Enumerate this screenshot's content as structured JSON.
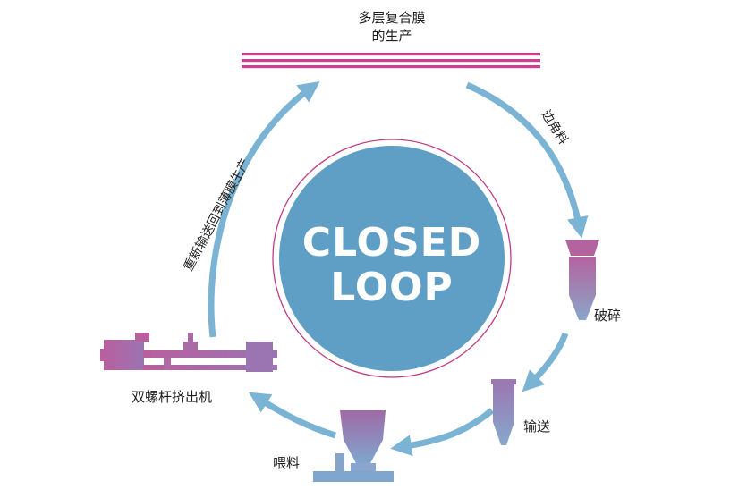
{
  "center": {
    "line1": "CLOSED",
    "line2": "LOOP"
  },
  "labels": {
    "film_title": "多层复合膜\n的生产",
    "edge_trim": "边角料",
    "crushing": "破碎",
    "conveying": "输送",
    "feeding": "喂料",
    "extruder": "双螺杆挤出机",
    "return": "重新输送回到薄膜生产"
  },
  "colors": {
    "arrow": "#7ab3d3",
    "circle": "#5f9fc6",
    "ring": "#c03c84",
    "film": "#cf3f90",
    "equipment_top": "#b3649f",
    "equipment_bottom": "#86a3c8"
  },
  "icons": [
    "film-layers-icon",
    "crusher-icon",
    "cyclone-icon",
    "hopper-feeder-icon",
    "extruder-icon"
  ]
}
